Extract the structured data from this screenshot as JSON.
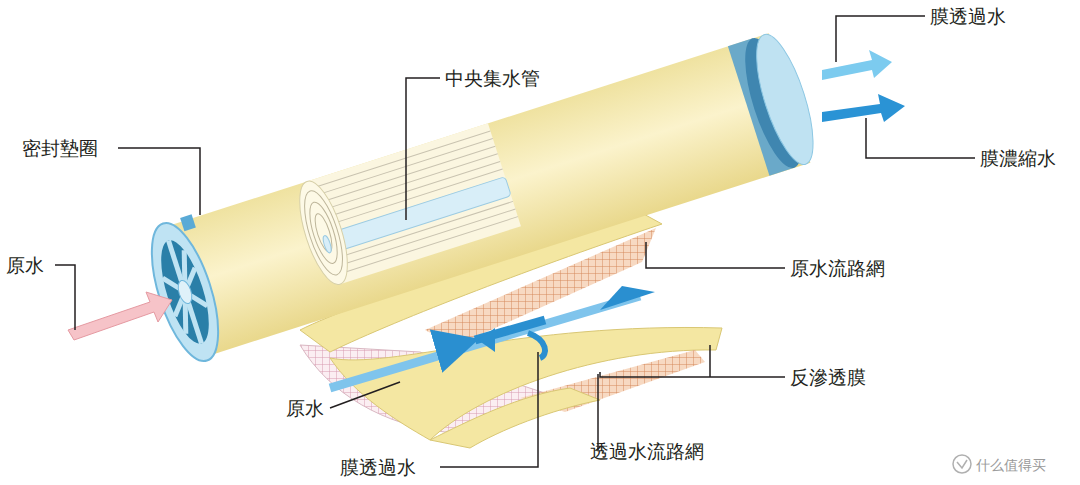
{
  "diagram": {
    "labels": [
      "膜透過水",
      "中央集水管",
      "密封墊圈",
      "膜濃縮水",
      "原水",
      "原水流路網",
      "反滲透膜",
      "原水",
      "透過水流路網",
      "膜透過水",
      "什么值得买"
    ]
  }
}
